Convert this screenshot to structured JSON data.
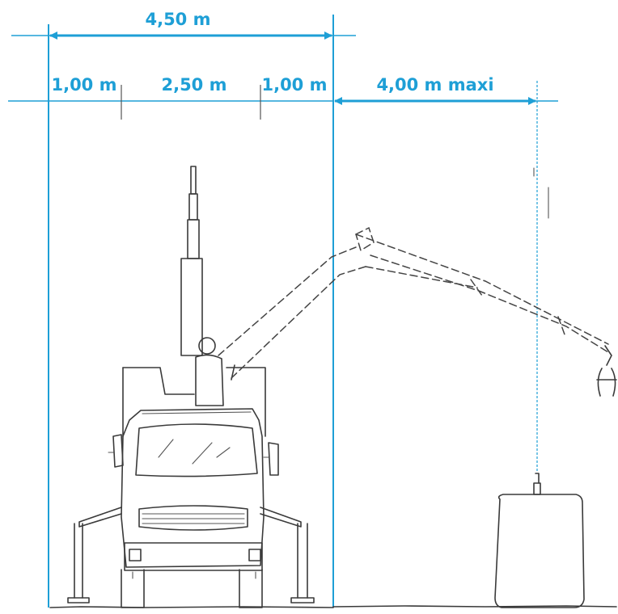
{
  "colors": {
    "dimension": "#1e9fd6",
    "sketch": "#3a3a3a",
    "background": "#ffffff"
  },
  "dimensions": {
    "overall": "4,50 m",
    "left_outrigger": "1,00 m",
    "truck_width": "2,50 m",
    "right_outrigger": "1,00 m",
    "reach": "4,00 m maxi"
  }
}
